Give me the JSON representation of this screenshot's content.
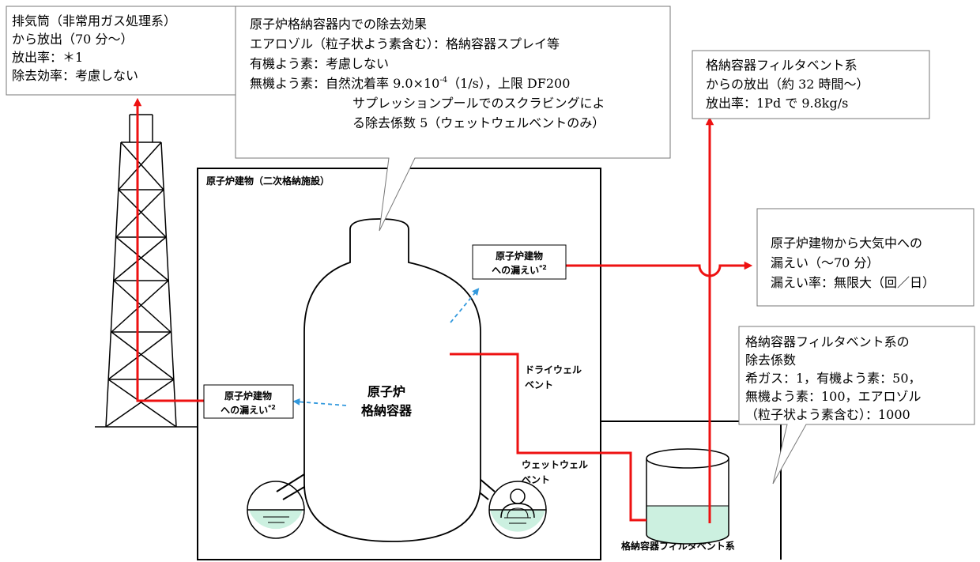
{
  "stack_note": {
    "lines": [
      "排気筒（非常用ガス処理系）",
      "から放出（70 分～）",
      "放出率：＊1",
      "除去効率：考慮しない"
    ]
  },
  "containment_note": {
    "lines": [
      "原子炉格納容器内での除去効果",
      "エアロゾル（粒子状よう素含む）：格納容器スプレイ等",
      "有機よう素：考慮しない",
      "無機よう素：自然沈着率 9.0×10",
      "-4",
      "（1/s），上限 DF200",
      "サプレッションプールでのスクラビングによ",
      "る除去係数 5（ウェットウェルベントのみ）"
    ]
  },
  "filter_release_note": {
    "lines": [
      "格納容器フィルタベント系",
      "からの放出（約 32 時間～）",
      "放出率：1Pd で 9.8kg/s"
    ]
  },
  "building_leak_note": {
    "lines": [
      "原子炉建物から大気中への",
      "漏えい（～70 分）",
      "漏えい率：無限大（回／日）"
    ]
  },
  "filter_df_note": {
    "lines": [
      "格納容器フィルタベント系の",
      "除去係数",
      "希ガス：1，有機よう素：50，",
      "無機よう素：100，エアロゾル",
      "（粒子状よう素含む）：1000"
    ]
  },
  "labels": {
    "reactor_building": "原子炉建物（二次格納施設）",
    "leak_upper_line1": "原子炉建物",
    "leak_upper_line2": "への漏えい",
    "leak_upper_sup": "*2",
    "leak_left_line1": "原子炉建物",
    "leak_left_line2": "への漏えい",
    "leak_left_sup": "*2",
    "containment_line1": "原子炉",
    "containment_line2": "格納容器",
    "drywell_vent_line1": "ドライウェル",
    "drywell_vent_line2": "ベント",
    "wetwell_vent_line1": "ウェットウェル",
    "wetwell_vent_line2": "ベント",
    "filter_vent_system": "格納容器フィルタベント系"
  },
  "colors": {
    "release_path": "#ee1111",
    "leak_arrow": "#3399dd",
    "water": "#ccf0e0",
    "line": "#000000",
    "note_border": "#777777"
  }
}
